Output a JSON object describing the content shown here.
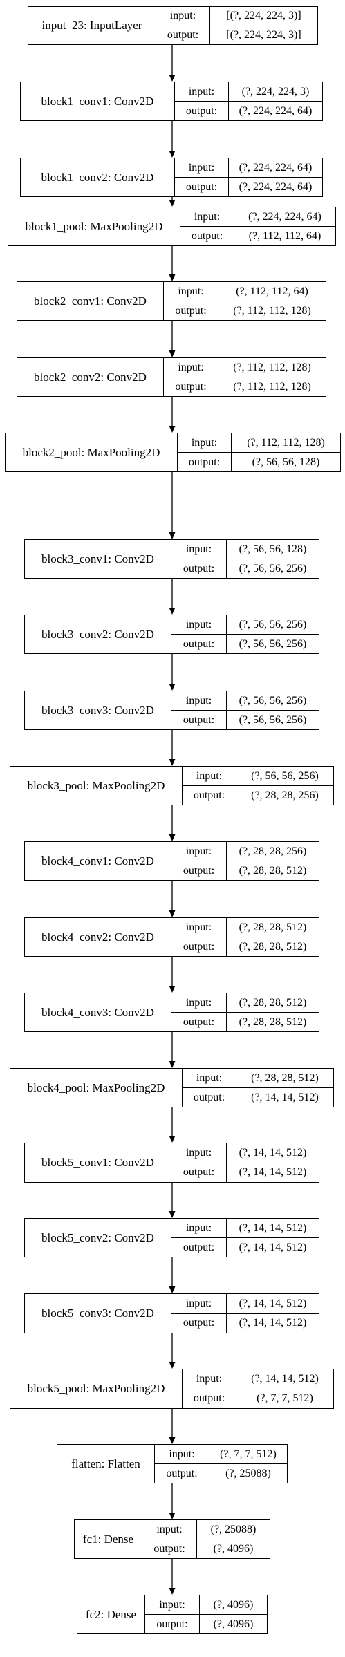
{
  "layers": [
    {
      "name": "input_23: InputLayer",
      "input_label": "input:",
      "output_label": "output:",
      "input": "[(?, 224, 224, 3)]",
      "output": "[(?, 224, 224, 3)]"
    },
    {
      "name": "block1_conv1: Conv2D",
      "input_label": "input:",
      "output_label": "output:",
      "input": "(?, 224, 224, 3)",
      "output": "(?, 224, 224, 64)"
    },
    {
      "name": "block1_conv2: Conv2D",
      "input_label": "input:",
      "output_label": "output:",
      "input": "(?, 224, 224, 64)",
      "output": "(?, 224, 224, 64)"
    },
    {
      "name": "block1_pool: MaxPooling2D",
      "input_label": "input:",
      "output_label": "output:",
      "input": "(?, 224, 224, 64)",
      "output": "(?, 112, 112, 64)"
    },
    {
      "name": "block2_conv1: Conv2D",
      "input_label": "input:",
      "output_label": "output:",
      "input": "(?, 112, 112, 64)",
      "output": "(?, 112, 112, 128)"
    },
    {
      "name": "block2_conv2: Conv2D",
      "input_label": "input:",
      "output_label": "output:",
      "input": "(?, 112, 112, 128)",
      "output": "(?, 112, 112, 128)"
    },
    {
      "name": "block2_pool: MaxPooling2D",
      "input_label": "input:",
      "output_label": "output:",
      "input": "(?, 112, 112, 128)",
      "output": "(?, 56, 56, 128)"
    },
    {
      "name": "block3_conv1: Conv2D",
      "input_label": "input:",
      "output_label": "output:",
      "input": "(?, 56, 56, 128)",
      "output": "(?, 56, 56, 256)"
    },
    {
      "name": "block3_conv2: Conv2D",
      "input_label": "input:",
      "output_label": "output:",
      "input": "(?, 56, 56, 256)",
      "output": "(?, 56, 56, 256)"
    },
    {
      "name": "block3_conv3: Conv2D",
      "input_label": "input:",
      "output_label": "output:",
      "input": "(?, 56, 56, 256)",
      "output": "(?, 56, 56, 256)"
    },
    {
      "name": "block3_pool: MaxPooling2D",
      "input_label": "input:",
      "output_label": "output:",
      "input": "(?, 56, 56, 256)",
      "output": "(?, 28, 28, 256)"
    },
    {
      "name": "block4_conv1: Conv2D",
      "input_label": "input:",
      "output_label": "output:",
      "input": "(?, 28, 28, 256)",
      "output": "(?, 28, 28, 512)"
    },
    {
      "name": "block4_conv2: Conv2D",
      "input_label": "input:",
      "output_label": "output:",
      "input": "(?, 28, 28, 512)",
      "output": "(?, 28, 28, 512)"
    },
    {
      "name": "block4_conv3: Conv2D",
      "input_label": "input:",
      "output_label": "output:",
      "input": "(?, 28, 28, 512)",
      "output": "(?, 28, 28, 512)"
    },
    {
      "name": "block4_pool: MaxPooling2D",
      "input_label": "input:",
      "output_label": "output:",
      "input": "(?, 28, 28, 512)",
      "output": "(?, 14, 14, 512)"
    },
    {
      "name": "block5_conv1: Conv2D",
      "input_label": "input:",
      "output_label": "output:",
      "input": "(?, 14, 14, 512)",
      "output": "(?, 14, 14, 512)"
    },
    {
      "name": "block5_conv2: Conv2D",
      "input_label": "input:",
      "output_label": "output:",
      "input": "(?, 14, 14, 512)",
      "output": "(?, 14, 14, 512)"
    },
    {
      "name": "block5_conv3: Conv2D",
      "input_label": "input:",
      "output_label": "output:",
      "input": "(?, 14, 14, 512)",
      "output": "(?, 14, 14, 512)"
    },
    {
      "name": "block5_pool: MaxPooling2D",
      "input_label": "input:",
      "output_label": "output:",
      "input": "(?, 14, 14, 512)",
      "output": "(?, 7, 7, 512)"
    },
    {
      "name": "flatten: Flatten",
      "input_label": "input:",
      "output_label": "output:",
      "input": "(?, 7, 7, 512)",
      "output": "(?, 25088)"
    },
    {
      "name": "fc1: Dense",
      "input_label": "input:",
      "output_label": "output:",
      "input": "(?, 25088)",
      "output": "(?, 4096)"
    },
    {
      "name": "fc2: Dense",
      "input_label": "input:",
      "output_label": "output:",
      "input": "(?, 4096)",
      "output": "(?, 4096)"
    }
  ]
}
